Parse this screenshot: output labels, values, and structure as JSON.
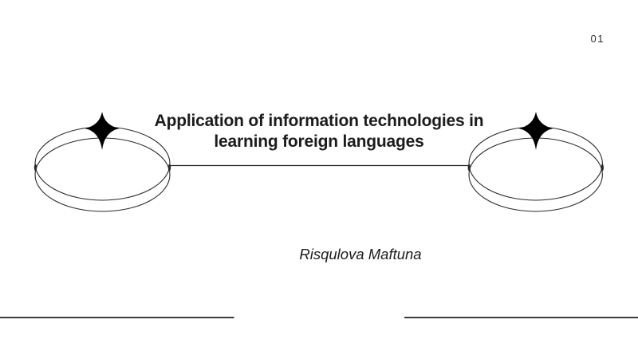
{
  "page": {
    "number": "01"
  },
  "title": {
    "lines": [
      "Application of information technologies in",
      "learning foreign languages"
    ]
  },
  "subtitle": {
    "text": "Risqulova Maftuna"
  },
  "icons": {
    "left_sparkle": "four-point-sparkle",
    "right_sparkle": "four-point-sparkle"
  },
  "colors": {
    "bg": "#ffffff",
    "ink": "#1c1c1c",
    "stroke": "#2a2a2a",
    "rule": "#3d3d3d",
    "sparkle": "#000000",
    "page_number": "#2d2d2d"
  }
}
